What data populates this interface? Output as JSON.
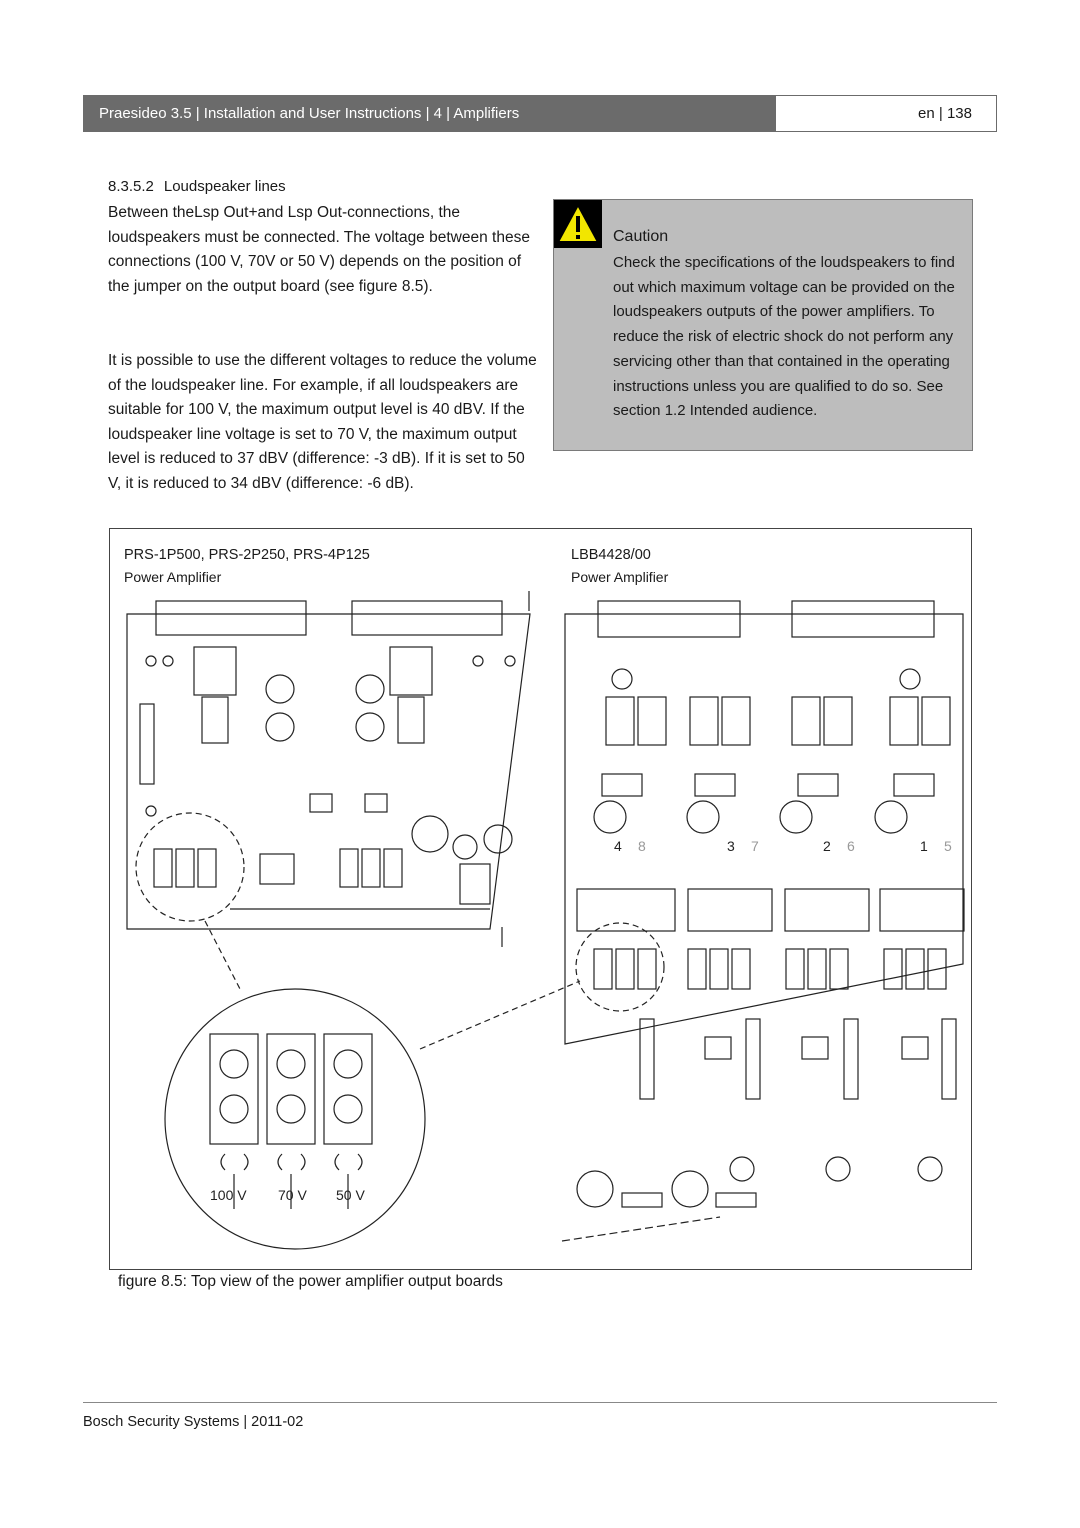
{
  "header": {
    "title": "Praesideo 3.5 | Installation and User Instructions | 4 | Amplifiers",
    "page": "en | 138"
  },
  "section": {
    "number": "8.3.5.2",
    "title": "Loudspeaker lines"
  },
  "paragraphs": [
    "Between theLsp Out+and Lsp Out-connections, the loudspeakers must be connected. The voltage between these connections (100 V, 70V or 50 V) depends on the position of the jumper on the output board (see figure 8.5).",
    "It is possible to use the different voltages to reduce the volume of the loudspeaker line. For example, if all loudspeakers are suitable for 100 V, the maximum output level is 40 dBV. If the loudspeaker line voltage is set to 70 V, the maximum output level is reduced to 37 dBV (difference: -3 dB). If it is set to 50 V,  it is reduced to 34 dBV (difference: -6 dB)."
  ],
  "caution": {
    "icon": "warning-triangle-icon",
    "title": "Caution",
    "text": "Check the specifications of the loudspeakers to find out which maximum voltage can be provided on the loudspeakers outputs of the power amplifiers. To reduce the risk of electric shock do not perform any servicing other than that contained in the operating instructions unless you are qualified to do so. See section 1.2 Intended audience."
  },
  "figure": {
    "left_models": "PRS-1P500, PRS-2P250, PRS-4P125",
    "left_type": "Power Amplifier",
    "right_model": "LBB4428/00",
    "right_type": "Power Amplifier",
    "voltage_labels": [
      "100 V",
      "70 V",
      "50 V"
    ],
    "channel_numbers": [
      "4",
      "8",
      "3",
      "7",
      "2",
      "6",
      "1",
      "5"
    ],
    "caption": "figure 8.5: Top view of the power amplifier output boards"
  },
  "footer": "Bosch Security Systems | 2011-02",
  "colors": {
    "header_bg": "#6b6b6b",
    "caution_bg": "#bdbdbd",
    "warning_yellow": "#f2e600"
  }
}
